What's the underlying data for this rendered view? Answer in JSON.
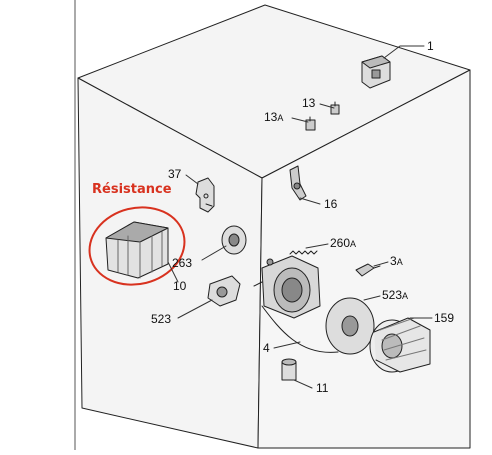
{
  "diagram": {
    "highlight_label": "Résistance",
    "highlight_color": "#d8321f",
    "parts": {
      "p1": {
        "num": "1",
        "suffix": ""
      },
      "p13": {
        "num": "13",
        "suffix": ""
      },
      "p13a": {
        "num": "13",
        "suffix": "A"
      },
      "p37": {
        "num": "37",
        "suffix": ""
      },
      "p16": {
        "num": "16",
        "suffix": ""
      },
      "p260a": {
        "num": "260",
        "suffix": "A"
      },
      "p263": {
        "num": "263",
        "suffix": ""
      },
      "p3a": {
        "num": "3",
        "suffix": "A"
      },
      "p10": {
        "num": "10",
        "suffix": ""
      },
      "p523a": {
        "num": "523",
        "suffix": "A"
      },
      "p523": {
        "num": "523",
        "suffix": ""
      },
      "p159": {
        "num": "159",
        "suffix": ""
      },
      "p4": {
        "num": "4",
        "suffix": ""
      },
      "p11": {
        "num": "11",
        "suffix": ""
      }
    }
  }
}
